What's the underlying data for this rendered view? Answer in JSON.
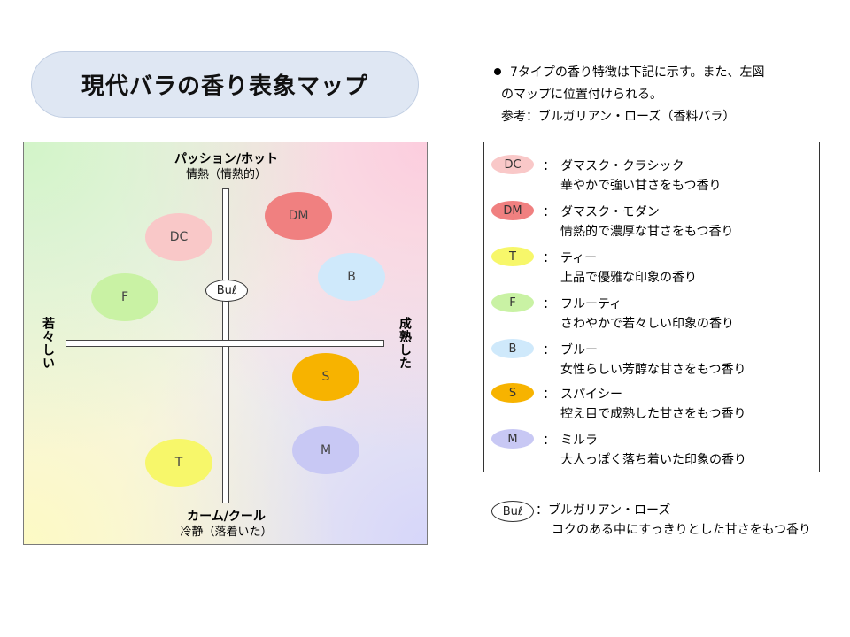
{
  "title": "現代バラの香り表象マップ",
  "intro": {
    "line1": "7タイプの香り特徴は下記に示す。また、左図",
    "line2": "のマップに位置付けられる。",
    "line3": "参考：ブルガリアン・ローズ（香料バラ）"
  },
  "map": {
    "top_label": "パッション/ホット",
    "top_sub": "情熱（情熱的）",
    "bottom_label": "カーム/クール",
    "bottom_sub": "冷静（落着いた）",
    "left_label": "若々しい",
    "right_label": "成熟した",
    "points": [
      {
        "code": "DC",
        "color": "#f9c8c8"
      },
      {
        "code": "DM",
        "color": "#f08080"
      },
      {
        "code": "B",
        "color": "#cfe9fb"
      },
      {
        "code": "F",
        "color": "#c9f2a4"
      },
      {
        "code": "S",
        "color": "#f7b300"
      },
      {
        "code": "M",
        "color": "#c8c8f4"
      },
      {
        "code": "T",
        "color": "#f7f76a"
      }
    ],
    "bul": "Buℓ"
  },
  "legend": [
    {
      "code": "DC",
      "color": "#f9c8c8",
      "name": "ダマスク・クラシック",
      "desc": "華やかで強い甘さをもつ香り"
    },
    {
      "code": "DM",
      "color": "#f08080",
      "name": "ダマスク・モダン",
      "desc": "情熱的で濃厚な甘さをもつ香り"
    },
    {
      "code": "T",
      "color": "#f7f76a",
      "name": "ティー",
      "desc": "上品で優雅な印象の香り"
    },
    {
      "code": "F",
      "color": "#c9f2a4",
      "name": "フルーティ",
      "desc": "さわやかで若々しい印象の香り"
    },
    {
      "code": "B",
      "color": "#cfe9fb",
      "name": "ブルー",
      "desc": "女性らしい芳醇な甘さをもつ香り"
    },
    {
      "code": "S",
      "color": "#f7b300",
      "name": "スパイシー",
      "desc": "控え目で成熟した甘さをもつ香り"
    },
    {
      "code": "M",
      "color": "#c8c8f4",
      "name": "ミルラ",
      "desc": "大人っぽく落ち着いた印象の香り"
    }
  ],
  "bul_legend": {
    "code": "Buℓ",
    "name": "：ブルガリアン・ローズ",
    "desc": "コクのある中にすっきりとした甘さをもつ香り"
  },
  "colon": "："
}
